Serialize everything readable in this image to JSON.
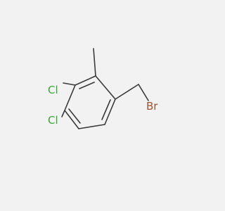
{
  "molecule": {
    "atoms": [
      {
        "id": "c1",
        "label": "Cl",
        "color": "#3aa63a"
      },
      {
        "id": "c2",
        "label": "Cl",
        "color": "#3aa63a"
      },
      {
        "id": "br",
        "label": "Br",
        "color": "#a0522d"
      }
    ]
  }
}
